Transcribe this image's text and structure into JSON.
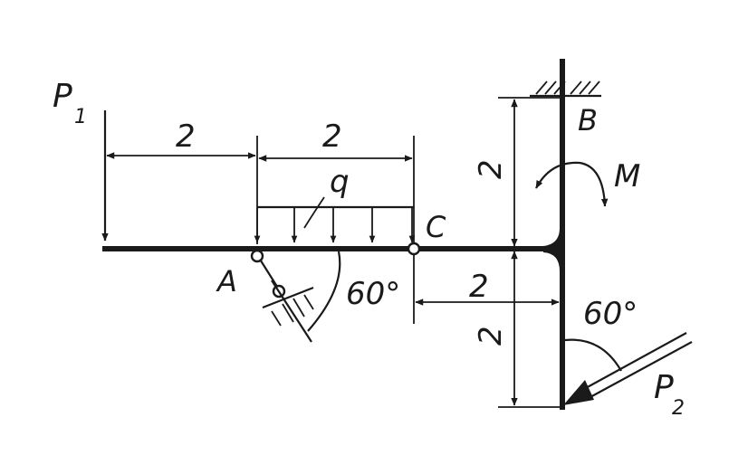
{
  "labels": {
    "p1": "P",
    "p1_sub": "1",
    "p2": "P",
    "p2_sub": "2",
    "a": "A",
    "b": "B",
    "c": "C",
    "m": "M",
    "q": "q",
    "dim_top_left": "2",
    "dim_top_mid": "2",
    "dim_vert_upper": "2",
    "dim_vert_lower": "2",
    "dim_lower_right": "2",
    "angle_a": "60°",
    "angle_p2": "60°"
  }
}
